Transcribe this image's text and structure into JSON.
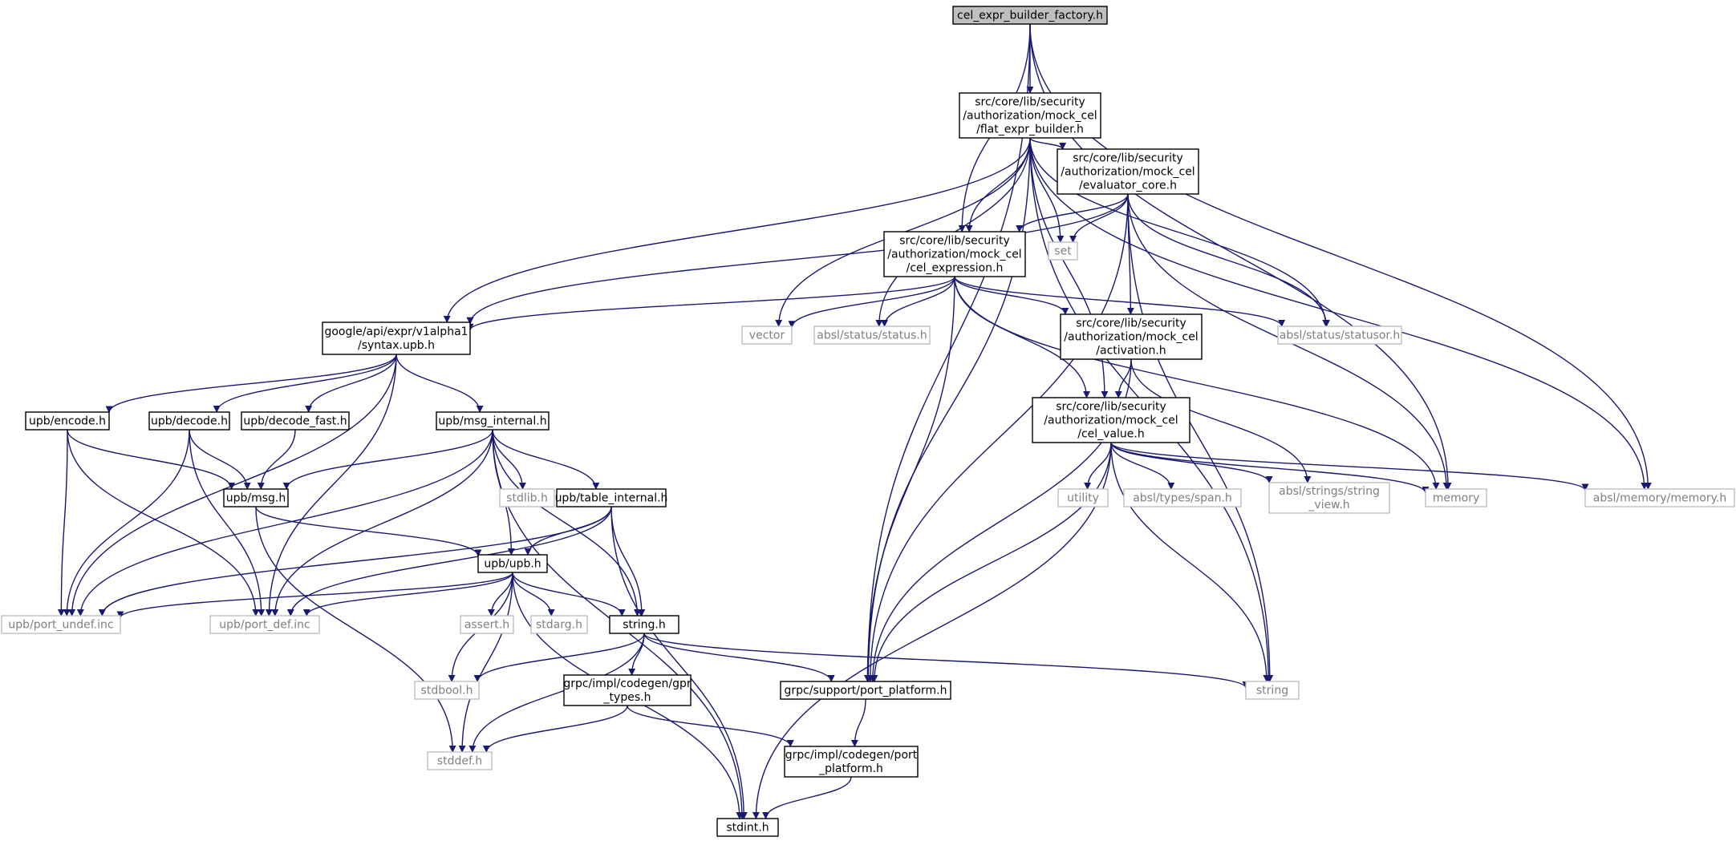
{
  "diagram": {
    "colors": {
      "edge": "#191970",
      "border": "#000000",
      "system_border": "#bfbfbf",
      "root_fill": "#bfbfbf",
      "node_fill": "#ffffff",
      "system_text": "#7f7f7f"
    },
    "nodes": [
      {
        "id": "root",
        "kind": "root",
        "lines": [
          "cel_expr_builder_factory.h"
        ]
      },
      {
        "id": "flat",
        "kind": "project",
        "lines": [
          "src/core/lib/security",
          "/authorization/mock_cel",
          "/flat_expr_builder.h"
        ]
      },
      {
        "id": "evalcore",
        "kind": "project",
        "lines": [
          "src/core/lib/security",
          "/authorization/mock_cel",
          "/evaluator_core.h"
        ]
      },
      {
        "id": "celexpr",
        "kind": "project",
        "lines": [
          "src/core/lib/security",
          "/authorization/mock_cel",
          "/cel_expression.h"
        ]
      },
      {
        "id": "set",
        "kind": "system",
        "lines": [
          "set"
        ]
      },
      {
        "id": "syntax",
        "kind": "project",
        "lines": [
          "google/api/expr/v1alpha1",
          "/syntax.upb.h"
        ]
      },
      {
        "id": "vector",
        "kind": "system",
        "lines": [
          "vector"
        ]
      },
      {
        "id": "status",
        "kind": "system",
        "lines": [
          "absl/status/status.h"
        ]
      },
      {
        "id": "activation",
        "kind": "project",
        "lines": [
          "src/core/lib/security",
          "/authorization/mock_cel",
          "/activation.h"
        ]
      },
      {
        "id": "statusor",
        "kind": "system",
        "lines": [
          "absl/status/statusor.h"
        ]
      },
      {
        "id": "encode",
        "kind": "project",
        "lines": [
          "upb/encode.h"
        ]
      },
      {
        "id": "decode",
        "kind": "project",
        "lines": [
          "upb/decode.h"
        ]
      },
      {
        "id": "decodefast",
        "kind": "project",
        "lines": [
          "upb/decode_fast.h"
        ]
      },
      {
        "id": "msginternal",
        "kind": "project",
        "lines": [
          "upb/msg_internal.h"
        ]
      },
      {
        "id": "celvalue",
        "kind": "project",
        "lines": [
          "src/core/lib/security",
          "/authorization/mock_cel",
          "/cel_value.h"
        ]
      },
      {
        "id": "msg",
        "kind": "project",
        "lines": [
          "upb/msg.h"
        ]
      },
      {
        "id": "stdlib",
        "kind": "system",
        "lines": [
          "stdlib.h"
        ]
      },
      {
        "id": "tableinternal",
        "kind": "project",
        "lines": [
          "upb/table_internal.h"
        ]
      },
      {
        "id": "utility",
        "kind": "system",
        "lines": [
          "utility"
        ]
      },
      {
        "id": "span",
        "kind": "system",
        "lines": [
          "absl/types/span.h"
        ]
      },
      {
        "id": "stringview",
        "kind": "system",
        "lines": [
          "absl/strings/string",
          "_view.h"
        ]
      },
      {
        "id": "memory",
        "kind": "system",
        "lines": [
          "memory"
        ]
      },
      {
        "id": "abslmemory",
        "kind": "system",
        "lines": [
          "absl/memory/memory.h"
        ]
      },
      {
        "id": "upb",
        "kind": "project",
        "lines": [
          "upb/upb.h"
        ]
      },
      {
        "id": "portundef",
        "kind": "system",
        "lines": [
          "upb/port_undef.inc"
        ]
      },
      {
        "id": "portdef",
        "kind": "system",
        "lines": [
          "upb/port_def.inc"
        ]
      },
      {
        "id": "assert",
        "kind": "system",
        "lines": [
          "assert.h"
        ]
      },
      {
        "id": "stdarg",
        "kind": "system",
        "lines": [
          "stdarg.h"
        ]
      },
      {
        "id": "stringh",
        "kind": "project",
        "lines": [
          "string.h"
        ]
      },
      {
        "id": "stdbool",
        "kind": "system",
        "lines": [
          "stdbool.h"
        ]
      },
      {
        "id": "gprtypes",
        "kind": "project",
        "lines": [
          "grpc/impl/codegen/gpr",
          "_types.h"
        ]
      },
      {
        "id": "portplatform",
        "kind": "project",
        "lines": [
          "grpc/support/port_platform.h"
        ]
      },
      {
        "id": "string",
        "kind": "system",
        "lines": [
          "string"
        ]
      },
      {
        "id": "stddef",
        "kind": "system",
        "lines": [
          "stddef.h"
        ]
      },
      {
        "id": "codegenport",
        "kind": "project",
        "lines": [
          "grpc/impl/codegen/port",
          "_platform.h"
        ]
      },
      {
        "id": "stdint",
        "kind": "project",
        "lines": [
          "stdint.h"
        ]
      }
    ],
    "edges": [
      [
        "root",
        "flat"
      ],
      [
        "root",
        "celexpr"
      ],
      [
        "root",
        "portplatform"
      ],
      [
        "root",
        "memory"
      ],
      [
        "root",
        "abslmemory"
      ],
      [
        "flat",
        "evalcore"
      ],
      [
        "flat",
        "celexpr"
      ],
      [
        "flat",
        "syntax"
      ],
      [
        "flat",
        "vector"
      ],
      [
        "flat",
        "status"
      ],
      [
        "flat",
        "set"
      ],
      [
        "flat",
        "statusor"
      ],
      [
        "flat",
        "celvalue"
      ],
      [
        "flat",
        "abslmemory"
      ],
      [
        "flat",
        "string"
      ],
      [
        "flat",
        "portplatform"
      ],
      [
        "evalcore",
        "celexpr"
      ],
      [
        "evalcore",
        "syntax"
      ],
      [
        "evalcore",
        "set"
      ],
      [
        "evalcore",
        "statusor"
      ],
      [
        "evalcore",
        "activation"
      ],
      [
        "evalcore",
        "memory"
      ],
      [
        "evalcore",
        "string"
      ],
      [
        "evalcore",
        "portplatform"
      ],
      [
        "celexpr",
        "syntax"
      ],
      [
        "celexpr",
        "vector"
      ],
      [
        "celexpr",
        "status"
      ],
      [
        "celexpr",
        "activation"
      ],
      [
        "celexpr",
        "statusor"
      ],
      [
        "celexpr",
        "celvalue"
      ],
      [
        "celexpr",
        "memory"
      ],
      [
        "celexpr",
        "portplatform"
      ],
      [
        "activation",
        "celvalue"
      ],
      [
        "activation",
        "stringview"
      ],
      [
        "activation",
        "portplatform"
      ],
      [
        "celvalue",
        "utility"
      ],
      [
        "celvalue",
        "span"
      ],
      [
        "celvalue",
        "stringview"
      ],
      [
        "celvalue",
        "memory"
      ],
      [
        "celvalue",
        "abslmemory"
      ],
      [
        "celvalue",
        "string"
      ],
      [
        "celvalue",
        "stdint"
      ],
      [
        "celvalue",
        "portplatform"
      ],
      [
        "syntax",
        "encode"
      ],
      [
        "syntax",
        "decode"
      ],
      [
        "syntax",
        "decodefast"
      ],
      [
        "syntax",
        "msginternal"
      ],
      [
        "syntax",
        "portundef"
      ],
      [
        "syntax",
        "portdef"
      ],
      [
        "encode",
        "msg"
      ],
      [
        "encode",
        "portundef"
      ],
      [
        "encode",
        "portdef"
      ],
      [
        "decode",
        "msg"
      ],
      [
        "decode",
        "portundef"
      ],
      [
        "decode",
        "portdef"
      ],
      [
        "decodefast",
        "msg"
      ],
      [
        "msginternal",
        "msg"
      ],
      [
        "msginternal",
        "stdlib"
      ],
      [
        "msginternal",
        "tableinternal"
      ],
      [
        "msginternal",
        "upb"
      ],
      [
        "msginternal",
        "stringh"
      ],
      [
        "msginternal",
        "portundef"
      ],
      [
        "msginternal",
        "portdef"
      ],
      [
        "msginternal",
        "stdint"
      ],
      [
        "msg",
        "upb"
      ],
      [
        "msg",
        "stddef"
      ],
      [
        "tableinternal",
        "upb"
      ],
      [
        "tableinternal",
        "stringh"
      ],
      [
        "tableinternal",
        "portundef"
      ],
      [
        "tableinternal",
        "portdef"
      ],
      [
        "tableinternal",
        "stdint"
      ],
      [
        "upb",
        "assert"
      ],
      [
        "upb",
        "stdarg"
      ],
      [
        "upb",
        "stringh"
      ],
      [
        "upb",
        "stdbool"
      ],
      [
        "upb",
        "stddef"
      ],
      [
        "upb",
        "stdint"
      ],
      [
        "upb",
        "portundef"
      ],
      [
        "upb",
        "portdef"
      ],
      [
        "stringh",
        "stdbool"
      ],
      [
        "stringh",
        "gprtypes"
      ],
      [
        "stringh",
        "portplatform"
      ],
      [
        "stringh",
        "string"
      ],
      [
        "stringh",
        "stddef"
      ],
      [
        "gprtypes",
        "stddef"
      ],
      [
        "gprtypes",
        "codegenport"
      ],
      [
        "portplatform",
        "codegenport"
      ],
      [
        "codegenport",
        "stdint"
      ]
    ]
  }
}
